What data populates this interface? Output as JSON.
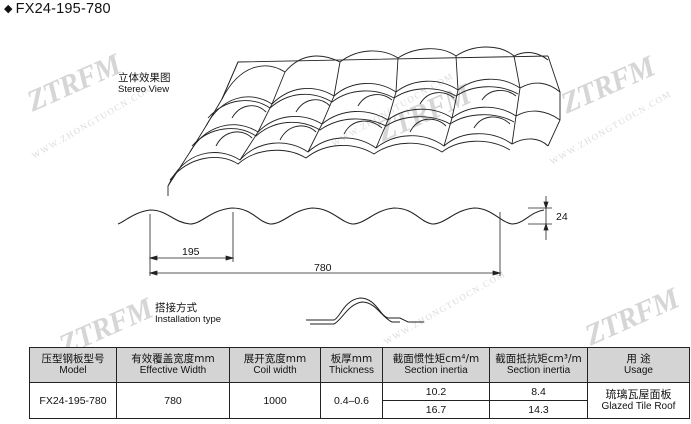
{
  "title": "FX24-195-780",
  "stereo_view": {
    "cn": "立体效果图",
    "en": "Stereo View"
  },
  "installation": {
    "cn": "搭接方式",
    "en": "Installation type"
  },
  "dimensions": {
    "pitch": "195",
    "width": "780",
    "height": "24"
  },
  "watermark": {
    "logo": "ZTRFM",
    "url": "WWW.ZHONGTUOCN.COM"
  },
  "table": {
    "headers": [
      {
        "cn": "压型钢板型号",
        "en": "Model"
      },
      {
        "cn": "有效覆盖宽度mm",
        "en": "Effective Width"
      },
      {
        "cn": "展开宽度mm",
        "en": "Coil width"
      },
      {
        "cn": "板厚mm",
        "en": "Thickness"
      },
      {
        "cn": "截面惯性矩cm⁴/m",
        "en": "Section inertia"
      },
      {
        "cn": "截面抵抗矩cm³/m",
        "en": "Section inertia"
      },
      {
        "cn": "用 途",
        "en": "Usage"
      }
    ],
    "row": {
      "model": "FX24-195-780",
      "effective_width": "780",
      "coil_width": "1000",
      "thickness": "0.4–0.6",
      "inertia": [
        "10.2",
        "16.7"
      ],
      "resistance": [
        "8.4",
        "14.3"
      ],
      "usage_cn": "琉璃瓦屋面板",
      "usage_en": "Glazed Tile Roof"
    }
  }
}
